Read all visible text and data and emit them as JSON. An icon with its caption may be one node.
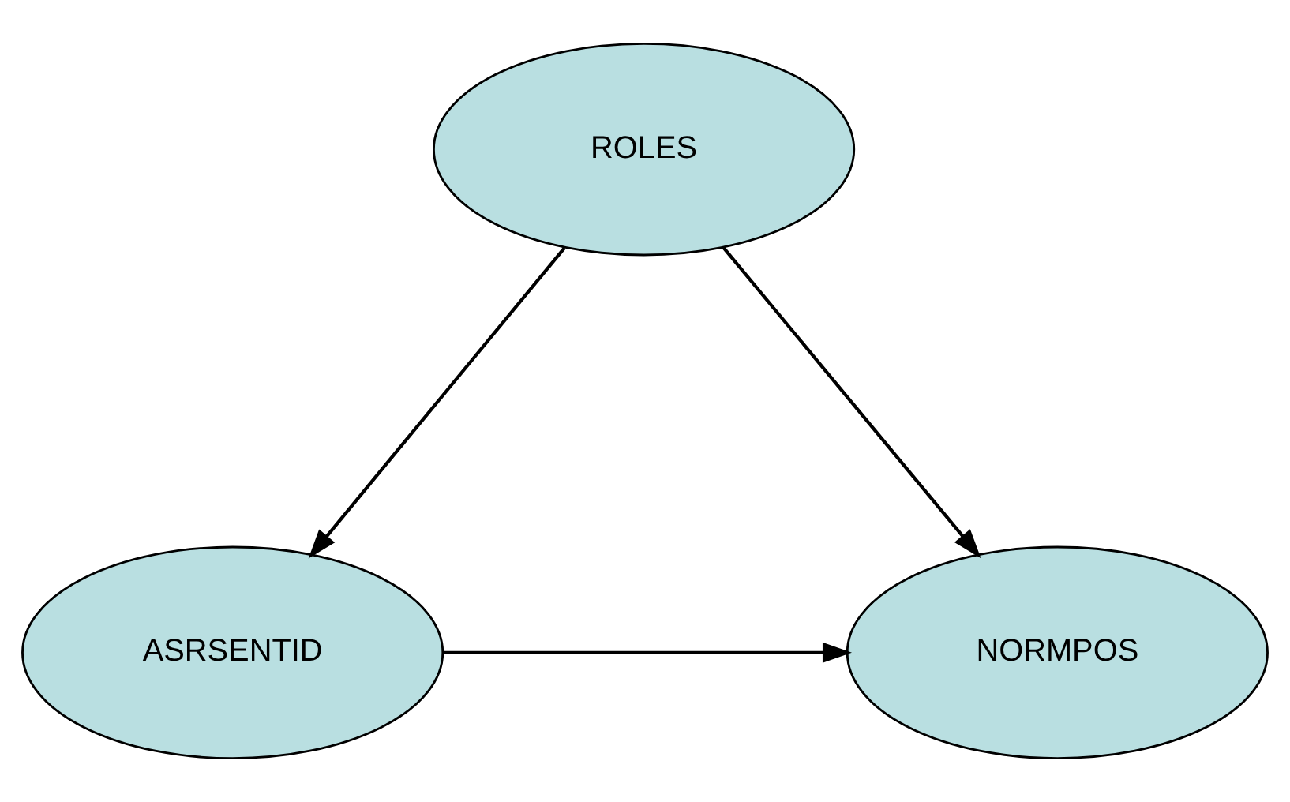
{
  "diagram": {
    "nodes": [
      {
        "text": [
          "ROLES"
        ]
      },
      {
        "text": [
          "NORMPOS"
        ]
      },
      {
        "text": [
          "ASRSENTID"
        ]
      }
    ],
    "edges": [
      {
        "from": 0,
        "to": 1,
        "arrow": "to"
      },
      {
        "from": 0,
        "to": 2,
        "arrow": "to"
      },
      {
        "from": 2,
        "to": 1,
        "arrow": "to"
      }
    ]
  }
}
